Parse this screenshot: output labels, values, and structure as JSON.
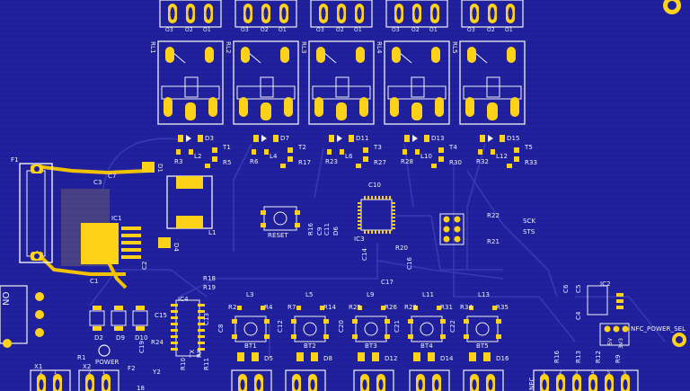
{
  "colors": {
    "board": "#1f1f9c",
    "copper": "#f2c200",
    "trace": "#3a3ab8",
    "silk": "#f2f2f2",
    "plated": "#ffd21a"
  },
  "terminal_labels": {
    "o1": "O1",
    "o2": "O2",
    "o3": "O3"
  },
  "relays": [
    {
      "ref": "RL1",
      "diode": "D3",
      "trans": "T1",
      "r_a": "R3",
      "ind": "L2",
      "r_b": "R5"
    },
    {
      "ref": "RL2",
      "diode": "D7",
      "trans": "T2",
      "r_a": "R6",
      "ind": "L4",
      "r_b": "R17"
    },
    {
      "ref": "RL3",
      "diode": "D11",
      "trans": "T3",
      "r_a": "R23",
      "ind": "L6",
      "r_b": "R27"
    },
    {
      "ref": "RL4",
      "diode": "D13",
      "trans": "T4",
      "r_a": "R28",
      "ind": "L10",
      "r_b": "R30"
    },
    {
      "ref": "RL5",
      "diode": "D15",
      "trans": "T5",
      "r_a": "R32",
      "ind": "L12",
      "r_b": "R33"
    }
  ],
  "buttons": [
    {
      "ref": "BT1",
      "cap": "C8",
      "r_a": "R2",
      "r_b": "R4",
      "ind": "L3",
      "led": "D5"
    },
    {
      "ref": "BT2",
      "cap": "C12",
      "r_a": "R7",
      "r_b": "R14",
      "ind": "L5",
      "led": "D8"
    },
    {
      "ref": "BT3",
      "cap": "C20",
      "r_a": "R25",
      "r_b": "R26",
      "ind": "L9",
      "led": "D12"
    },
    {
      "ref": "BT4",
      "cap": "C21",
      "r_a": "R29",
      "r_b": "R31",
      "ind": "L11",
      "led": "D14"
    },
    {
      "ref": "BT5",
      "cap": "C22",
      "r_a": "R34",
      "r_b": "R35",
      "ind": "L13",
      "led": "D16"
    }
  ],
  "labels": {
    "f1": "F1",
    "c7": "C7",
    "c3": "C3",
    "d1": "D1",
    "ic1": "IC1",
    "d4": "D4",
    "l1": "L1",
    "c1": "C1",
    "c2": "C2",
    "d2": "D2",
    "d9": "D9",
    "d10": "D10",
    "power": "POWER",
    "r1": "R1",
    "x1": "X1",
    "x2": "X2",
    "f2": "F2",
    "y2": "Y2",
    "c15": "C15",
    "c13": "C13",
    "c19": "C19",
    "r24": "R24",
    "r18": "R18",
    "r19": "R19",
    "r10": "R10",
    "r11": "R11",
    "rx": "RX",
    "tx": "TX",
    "ic4": "IC4",
    "no": "NO",
    "reset": "RESET",
    "c10": "C10",
    "ic3": "IC3",
    "r16": "R16",
    "c9": "C9",
    "c11": "C11",
    "d6": "D6",
    "r20": "R20",
    "c14": "C14",
    "c16": "C16",
    "c17": "C17",
    "r22": "R22",
    "r21": "R21",
    "sck": "SCK",
    "sts": "STS",
    "ic2": "IC2",
    "c6": "C6",
    "c5": "C5",
    "c4": "C4",
    "nfc_power_sel": "NFC_POWER_SEL",
    "r16b": "R16",
    "r13": "R13",
    "r12": "R12",
    "r9": "R9",
    "nfc": "NFC",
    "d18": "18",
    "p5v": "5V",
    "p3v3": "3V3"
  },
  "pin_numbers": {
    "one": "1",
    "two": "2",
    "three": "3",
    "four": "4",
    "five": "5",
    "six": "6"
  }
}
